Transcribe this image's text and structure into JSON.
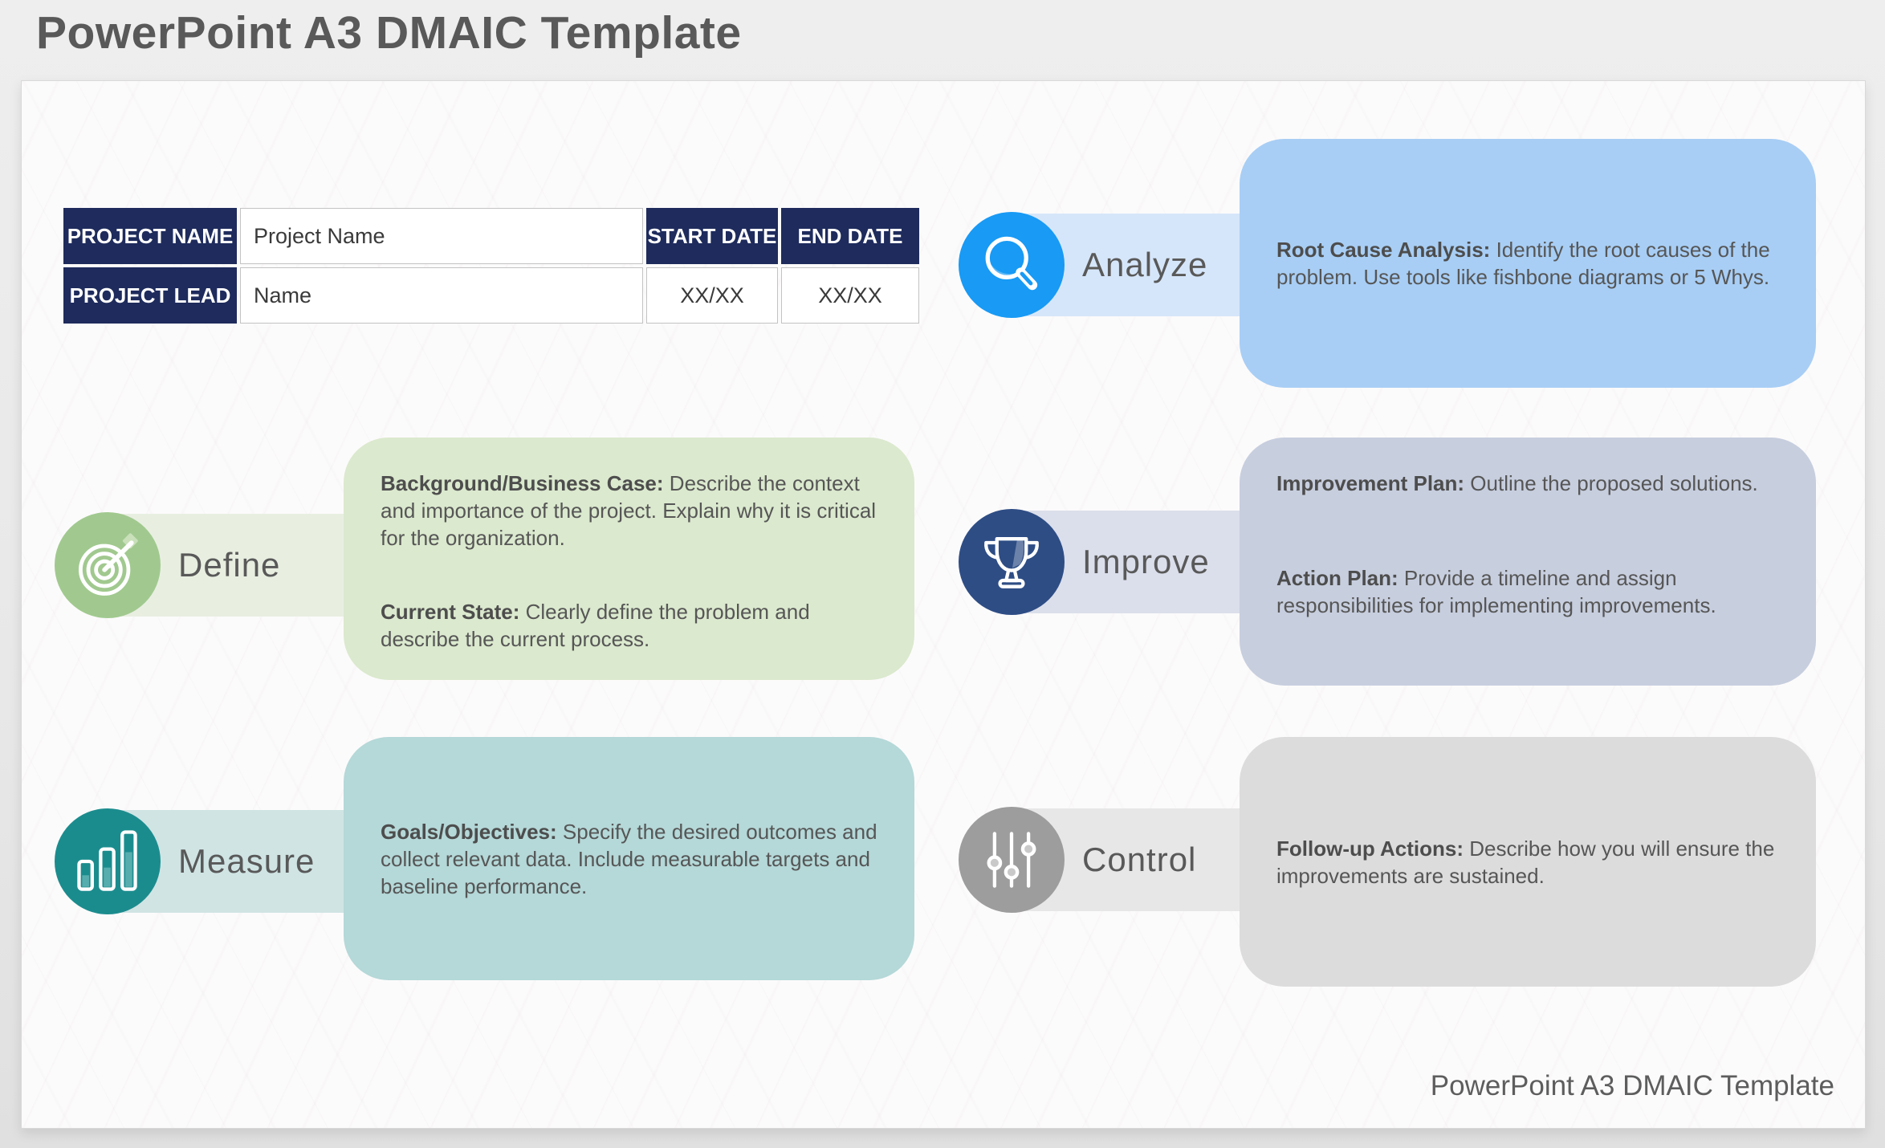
{
  "title": "PowerPoint A3 DMAIC Template",
  "footer": "PowerPoint A3 DMAIC Template",
  "colors": {
    "page_background": "#e9e9e9",
    "slide_background": "#fcfbfb",
    "table_header_navy": "#1e2b5c",
    "text_gray": "#595959"
  },
  "project_table": {
    "name_header": "PROJECT NAME",
    "name_value": "Project Name",
    "start_header": "START DATE",
    "end_header": "END DATE",
    "lead_header": "PROJECT LEAD",
    "lead_value": "Name",
    "start_value": "XX/XX",
    "end_value": "XX/XX",
    "header_bg": "#1e2b5c"
  },
  "sections": [
    {
      "id": "define",
      "label": "Define",
      "icon": "target-icon",
      "circle_color": "#a1c98f",
      "band_color": "#e8efe1",
      "box_color": "#dbe9ce",
      "paragraphs": [
        {
          "lead": "Background/Business Case:",
          "body": "Describe the context and importance of the project. Explain why it is critical for the organization."
        },
        {
          "lead": "Current State:",
          "body": "Clearly define the problem and describe the current process."
        }
      ]
    },
    {
      "id": "measure",
      "label": "Measure",
      "icon": "bar-chart-icon",
      "circle_color": "#1b8c8e",
      "band_color": "#d0e4e4",
      "box_color": "#b5d8d8",
      "paragraphs": [
        {
          "lead": "Goals/Objectives:",
          "body": "Specify the desired outcomes and collect relevant data. Include measurable targets and baseline performance."
        }
      ]
    },
    {
      "id": "analyze",
      "label": "Analyze",
      "icon": "magnifier-icon",
      "circle_color": "#189af5",
      "band_color": "#d6e6fa",
      "box_color": "#a8cef5",
      "paragraphs": [
        {
          "lead": "Root Cause Analysis:",
          "body": "Identify the root causes of the problem. Use tools like fishbone diagrams or 5 Whys."
        }
      ]
    },
    {
      "id": "improve",
      "label": "Improve",
      "icon": "trophy-icon",
      "circle_color": "#2e4d85",
      "band_color": "#dbdfeb",
      "box_color": "#c7cede",
      "paragraphs": [
        {
          "lead": "Improvement Plan:",
          "body": "Outline the proposed solutions."
        },
        {
          "lead": "Action Plan:",
          "body": "Provide a timeline and assign responsibilities for implementing improvements."
        }
      ]
    },
    {
      "id": "control",
      "label": "Control",
      "icon": "sliders-icon",
      "circle_color": "#9d9d9d",
      "band_color": "#e7e7e7",
      "box_color": "#dcdcdc",
      "paragraphs": [
        {
          "lead": "Follow-up Actions:",
          "body": "Describe how you will ensure the improvements are sustained."
        }
      ]
    }
  ]
}
